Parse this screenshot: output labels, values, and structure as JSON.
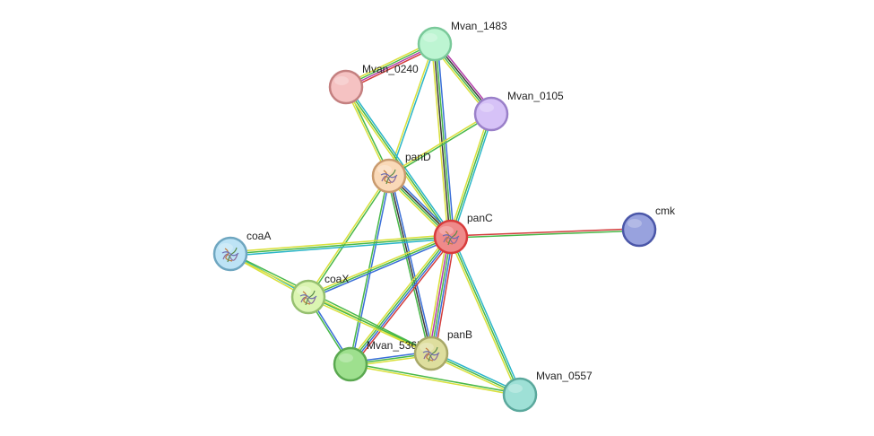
{
  "colors": {
    "background": "#ffffff",
    "label_text": "#222222",
    "evidence_palette": [
      "#3a6fd8",
      "#48b848",
      "#d9e03a",
      "#2ab5c8",
      "#d33c3c",
      "#b23ca8",
      "#3a3a3a"
    ]
  },
  "nodes": [
    {
      "id": "Mvan_1483",
      "label": "Mvan_1483",
      "fill": "#bdf5d2",
      "stroke": "#7ac99a",
      "has_structure": false
    },
    {
      "id": "Mvan_0240",
      "label": "Mvan_0240",
      "fill": "#f5c2c2",
      "stroke": "#c48080",
      "has_structure": false
    },
    {
      "id": "Mvan_0105",
      "label": "Mvan_0105",
      "fill": "#d6c2f7",
      "stroke": "#9a80c9",
      "has_structure": false
    },
    {
      "id": "panD",
      "label": "panD",
      "fill": "#fad9b8",
      "stroke": "#c99a6e",
      "has_structure": true
    },
    {
      "id": "panC",
      "label": "panC",
      "fill": "#ef8a8a",
      "stroke": "#d83b3b",
      "has_structure": true
    },
    {
      "id": "cmk",
      "label": "cmk",
      "fill": "#98a2de",
      "stroke": "#4a56a8",
      "has_structure": false
    },
    {
      "id": "coaA",
      "label": "coaA",
      "fill": "#bde3f5",
      "stroke": "#6ea6c0",
      "has_structure": true
    },
    {
      "id": "coaX",
      "label": "coaX",
      "fill": "#dbf5b2",
      "stroke": "#96c070",
      "has_structure": true
    },
    {
      "id": "Mvan_5365",
      "label": "Mvan_5365",
      "fill": "#9ee08e",
      "stroke": "#5aa850",
      "has_structure": false
    },
    {
      "id": "panB",
      "label": "panB",
      "fill": "#dede9e",
      "stroke": "#a8a868",
      "has_structure": true
    },
    {
      "id": "Mvan_0557",
      "label": "Mvan_0557",
      "fill": "#9ee0d6",
      "stroke": "#5aa89c",
      "has_structure": false
    }
  ],
  "edges": [
    {
      "source": "Mvan_1483",
      "target": "Mvan_0240",
      "colors": [
        "#d33c3c",
        "#b23ca8",
        "#48b848",
        "#d9e03a"
      ]
    },
    {
      "source": "Mvan_1483",
      "target": "Mvan_0105",
      "colors": [
        "#b23ca8",
        "#3a3a3a",
        "#48b848",
        "#d9e03a"
      ]
    },
    {
      "source": "Mvan_1483",
      "target": "panD",
      "colors": [
        "#2ab5c8",
        "#d9e03a"
      ]
    },
    {
      "source": "Mvan_1483",
      "target": "panC",
      "colors": [
        "#3a6fd8",
        "#48b848",
        "#3a3a3a",
        "#d9e03a"
      ]
    },
    {
      "source": "Mvan_0240",
      "target": "panD",
      "colors": [
        "#48b848",
        "#d9e03a"
      ]
    },
    {
      "source": "Mvan_0240",
      "target": "panC",
      "colors": [
        "#2ab5c8",
        "#48b848",
        "#d9e03a"
      ]
    },
    {
      "source": "Mvan_0105",
      "target": "panD",
      "colors": [
        "#48b848",
        "#d9e03a"
      ]
    },
    {
      "source": "Mvan_0105",
      "target": "panC",
      "colors": [
        "#2ab5c8",
        "#48b848",
        "#d9e03a"
      ]
    },
    {
      "source": "panD",
      "target": "panC",
      "colors": [
        "#3a6fd8",
        "#3a3a3a",
        "#48b848",
        "#d9e03a"
      ]
    },
    {
      "source": "panD",
      "target": "coaX",
      "colors": [
        "#48b848",
        "#d9e03a"
      ]
    },
    {
      "source": "panD",
      "target": "Mvan_5365",
      "colors": [
        "#3a6fd8",
        "#48b848"
      ]
    },
    {
      "source": "panD",
      "target": "panB",
      "colors": [
        "#3a6fd8",
        "#3a3a3a",
        "#48b848"
      ]
    },
    {
      "source": "panC",
      "target": "cmk",
      "colors": [
        "#d33c3c",
        "#48b848"
      ]
    },
    {
      "source": "panC",
      "target": "coaA",
      "colors": [
        "#2ab5c8",
        "#48b848",
        "#d9e03a"
      ]
    },
    {
      "source": "panC",
      "target": "coaX",
      "colors": [
        "#3a6fd8",
        "#48b848",
        "#d9e03a"
      ]
    },
    {
      "source": "panC",
      "target": "Mvan_5365",
      "colors": [
        "#d33c3c",
        "#3a6fd8",
        "#48b848",
        "#d9e03a"
      ]
    },
    {
      "source": "panC",
      "target": "panB",
      "colors": [
        "#d33c3c",
        "#3a6fd8",
        "#48b848",
        "#b23ca8",
        "#d9e03a"
      ]
    },
    {
      "source": "panC",
      "target": "Mvan_0557",
      "colors": [
        "#2ab5c8",
        "#48b848",
        "#d9e03a"
      ]
    },
    {
      "source": "coaA",
      "target": "coaX",
      "colors": [
        "#2ab5c8",
        "#d9e03a"
      ]
    },
    {
      "source": "coaA",
      "target": "panB",
      "colors": [
        "#48b848",
        "#d9e03a"
      ]
    },
    {
      "source": "coaX",
      "target": "Mvan_5365",
      "colors": [
        "#3a6fd8",
        "#48b848"
      ]
    },
    {
      "source": "coaX",
      "target": "panB",
      "colors": [
        "#48b848",
        "#d9e03a"
      ]
    },
    {
      "source": "Mvan_5365",
      "target": "panB",
      "colors": [
        "#3a6fd8",
        "#48b848",
        "#d9e03a"
      ]
    },
    {
      "source": "panB",
      "target": "Mvan_0557",
      "colors": [
        "#2ab5c8",
        "#48b848",
        "#d9e03a"
      ]
    },
    {
      "source": "Mvan_5365",
      "target": "Mvan_0557",
      "colors": [
        "#48b848",
        "#d9e03a"
      ]
    }
  ]
}
